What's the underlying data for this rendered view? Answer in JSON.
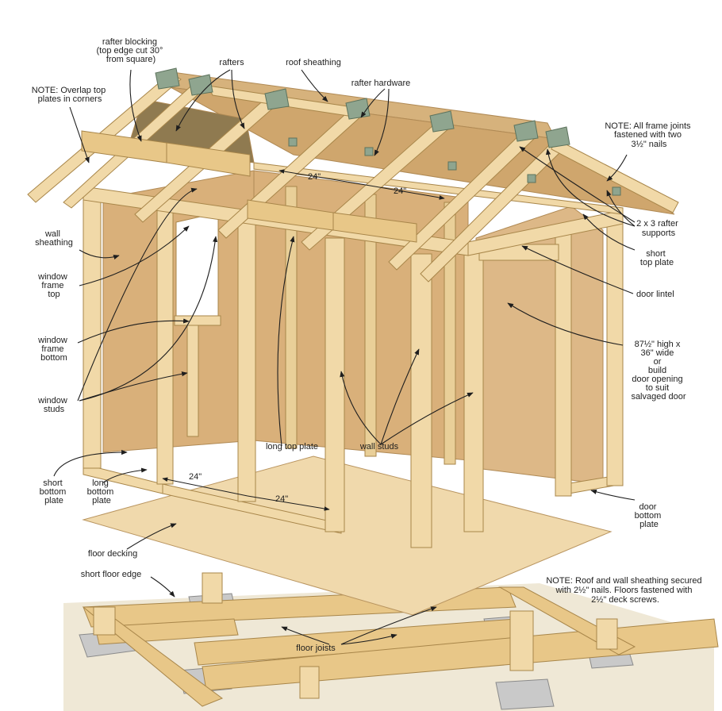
{
  "labels": {
    "rafter_blocking": [
      "rafter blocking",
      "(top edge cut 30°",
      "from square)"
    ],
    "rafters": [
      "rafters"
    ],
    "roof_sheathing": [
      "roof sheathing"
    ],
    "rafter_hardware": [
      "rafter hardware"
    ],
    "note_overlap": [
      "NOTE: Overlap top",
      "plates in corners"
    ],
    "note_frame_joints": [
      "NOTE: All frame joints",
      "fastened with two",
      "3½\" nails"
    ],
    "rafter_supports": [
      "2 x 3 rafter",
      "supports"
    ],
    "short_top_plate": [
      "short",
      "top plate"
    ],
    "door_lintel": [
      "door lintel"
    ],
    "door_opening": [
      "87½\" high x",
      "36\" wide",
      "or",
      "build",
      "door opening",
      "to suit",
      "salvaged door"
    ],
    "wall_sheathing": [
      "wall",
      "sheathing"
    ],
    "window_frame_top": [
      "window",
      "frame",
      "top"
    ],
    "window_frame_bottom": [
      "window",
      "frame",
      "bottom"
    ],
    "window_studs": [
      "window",
      "studs"
    ],
    "long_top_plate": [
      "long top plate"
    ],
    "wall_studs": [
      "wall studs"
    ],
    "short_bottom_plate": [
      "short",
      "bottom",
      "plate"
    ],
    "long_bottom_plate": [
      "long",
      "bottom",
      "plate"
    ],
    "door_bottom_plate": [
      "door",
      "bottom",
      "plate"
    ],
    "floor_decking": [
      "floor decking"
    ],
    "short_floor_edge": [
      "short floor edge"
    ],
    "floor_joists": [
      "floor joists"
    ],
    "note_sheathing": [
      "NOTE: Roof and wall sheathing secured",
      "with 2½\" nails. Floors fastened with",
      "2½\" deck screws."
    ]
  },
  "dimensions": {
    "rafter_spacing_a": "24\"",
    "rafter_spacing_b": "24\"",
    "stud_spacing_a": "24\"",
    "stud_spacing_b": "24\""
  },
  "colors": {
    "wood": "#f1d9a8",
    "sheathing": "#d9b07a",
    "hardware": "#8fa58f",
    "pier": "#c9c9c9",
    "ink": "#1e1e1e"
  }
}
